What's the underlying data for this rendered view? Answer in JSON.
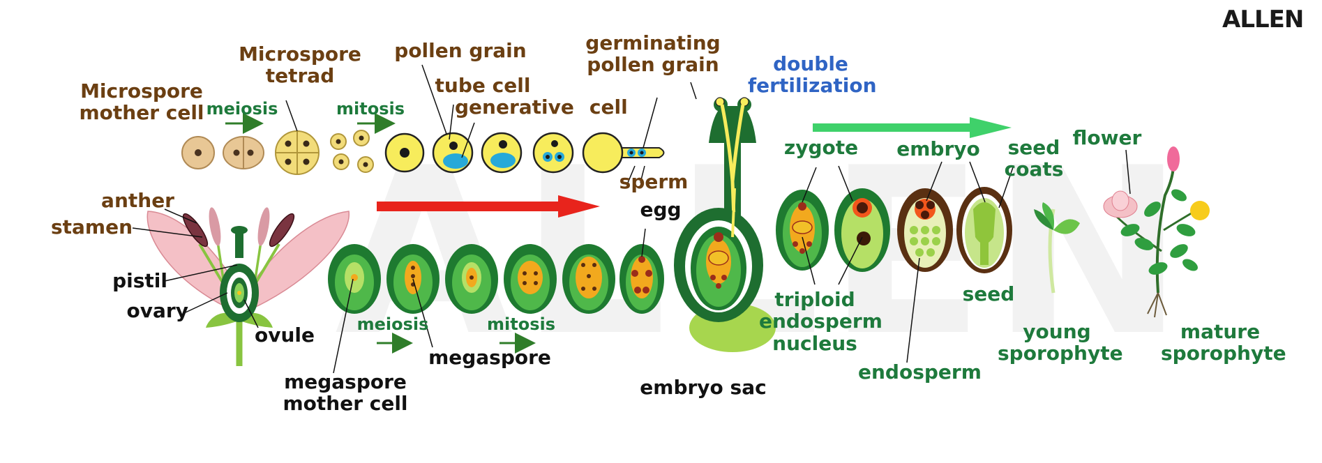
{
  "brand": {
    "logo_text": "ALLEN",
    "watermark_text": "ALLEN"
  },
  "labels": {
    "microspore_mother_cell": [
      "Microspore",
      "mother cell"
    ],
    "microspore_tetrad": [
      "Microspore",
      "tetrad"
    ],
    "pollen_grain": "pollen grain",
    "tube_cell": "tube cell",
    "generative_cell": [
      "generative",
      "cell"
    ],
    "germinating_pollen_grain": [
      "germinating",
      "pollen grain"
    ],
    "double_fertilization": [
      "double",
      "fertilization"
    ],
    "meiosis_top": "meiosis",
    "mitosis_top": "mitosis",
    "sperm": "sperm",
    "egg": "egg",
    "anther": "anther",
    "stamen": "stamen",
    "pistil": "pistil",
    "ovary": "ovary",
    "ovule": "ovule",
    "meiosis_bottom": "meiosis",
    "mitosis_bottom": "mitosis",
    "megaspore_mother_cell": [
      "megaspore",
      "mother cell"
    ],
    "megaspore": "megaspore",
    "embryo_sac": "embryo sac",
    "zygote": "zygote",
    "embryo": "embryo",
    "seed_coats": [
      "seed",
      "coats"
    ],
    "flower": "flower",
    "triploid_endosperm_nucleus": [
      "triploid",
      "endosperm",
      "nucleus"
    ],
    "seed": "seed",
    "endosperm": "endosperm",
    "young_sporophyte": [
      "young",
      "sporophyte"
    ],
    "mature_sporophyte": [
      "mature",
      "sporophyte"
    ]
  },
  "colors": {
    "brown_text": "#6b3f12",
    "green_text": "#1e7a3c",
    "blue_text": "#2f64c4",
    "red_arrow": "#e8241c",
    "green_arrow": "#3fd16a"
  }
}
